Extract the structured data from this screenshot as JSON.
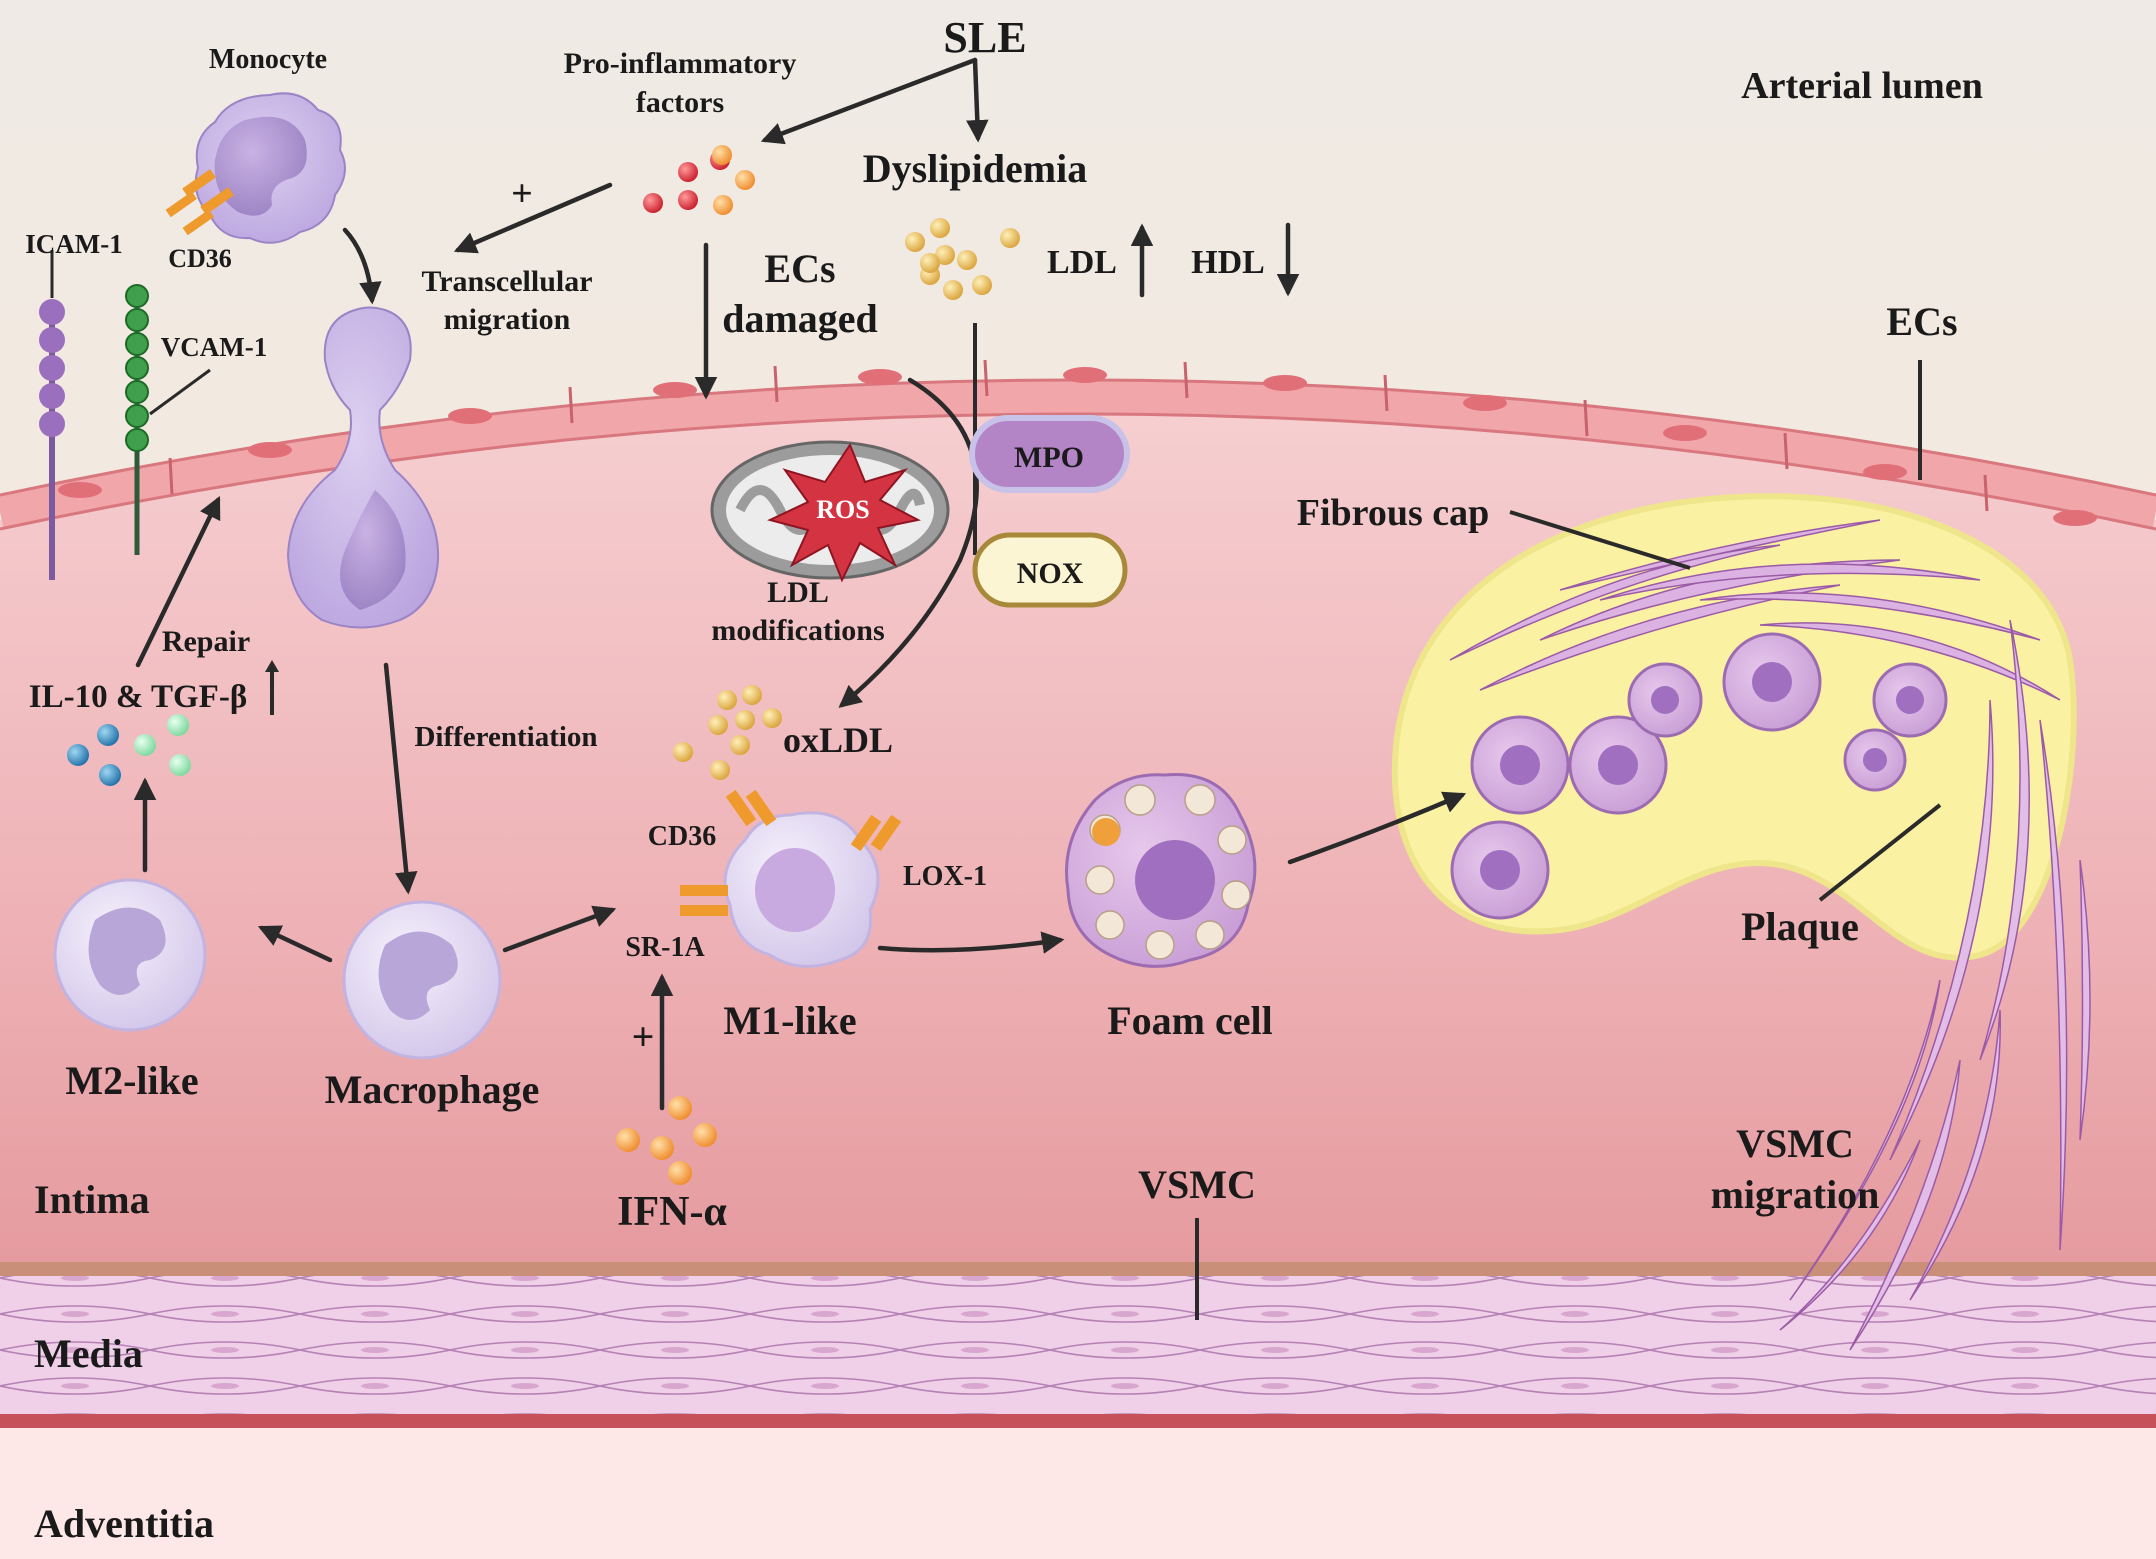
{
  "regions": {
    "lumen": "Arterial lumen",
    "intima": "Intima",
    "media": "Media",
    "adventitia": "Adventitia"
  },
  "labels": {
    "sle": "SLE",
    "dyslipidemia": "Dyslipidemia",
    "pro_inflammatory_1": "Pro-inflammatory",
    "pro_inflammatory_2": "factors",
    "plus_sign": "+",
    "monocyte": "Monocyte",
    "cd36": "CD36",
    "icam1": "ICAM-1",
    "vcam1": "VCAM-1",
    "transcellular_1": "Transcellular",
    "transcellular_2": "migration",
    "ecs_damaged_1": "ECs",
    "ecs_damaged_2": "damaged",
    "ldl": "LDL",
    "hdl": "HDL",
    "ecs": "ECs",
    "mpo": "MPO",
    "nox": "NOX",
    "ros": "ROS",
    "ldl_mod_1": "LDL",
    "ldl_mod_2": "modifications",
    "repair": "Repair",
    "il10_tgfb": "IL-10 & TGF-β",
    "differentiation": "Differentiation",
    "oxldl": "oxLDL",
    "lox1": "LOX-1",
    "sr1a": "SR-1A",
    "m1_like": "M1-like",
    "m2_like": "M2-like",
    "macrophage": "Macrophage",
    "foam_cell": "Foam cell",
    "ifn_alpha": "IFN-α",
    "fibrous_cap": "Fibrous cap",
    "plaque": "Plaque",
    "vsmc": "VSMC",
    "vsmc_migration_1": "VSMC",
    "vsmc_migration_2": "migration"
  },
  "colors": {
    "lumen": "#f1ebe6",
    "intima": "#e8a0a4",
    "media": "#f0cfe6",
    "adventitia": "#fde8e7",
    "endothelium": "#f1a6aa",
    "cell_purple": "#c7b3e6",
    "plaque_yellow": "#fbf1a3",
    "receptor_orange": "#ef9a2c"
  }
}
